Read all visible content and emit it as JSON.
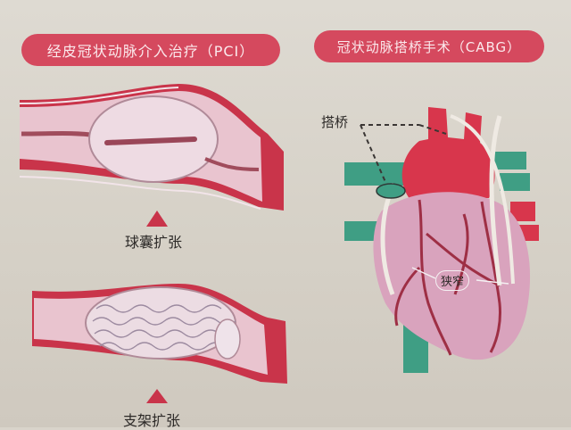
{
  "pci": {
    "title": "经皮冠状动脉介入治疗（PCI）",
    "balloon_label": "球囊扩张",
    "stent_label": "支架扩张"
  },
  "cabg": {
    "title": "冠状动脉搭桥手术（CABG）",
    "bypass_label": "搭桥",
    "stenosis_label": "狭窄"
  },
  "colors": {
    "pill": "#d5495e",
    "vessel_wall": "#c9344a",
    "vessel_inner": "#e9c4cf",
    "aorta_green": "#3f9e84",
    "heart_pink": "#d9a3bd"
  },
  "icons": [
    "arrow-up-icon",
    "arrow-up-icon"
  ]
}
